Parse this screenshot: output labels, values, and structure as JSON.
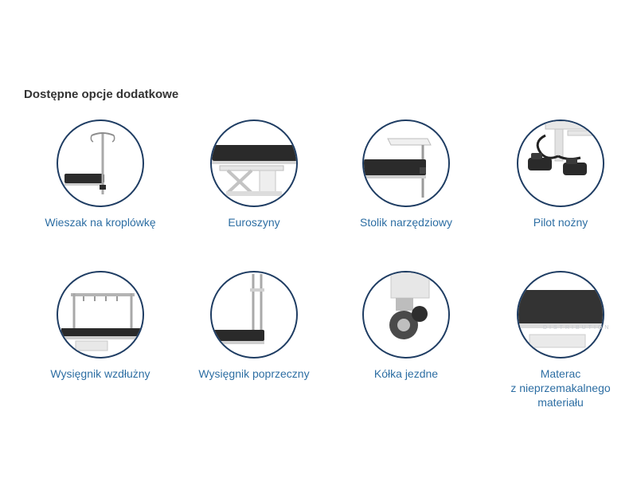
{
  "section": {
    "heading": "Dostępne opcje dodatkowe"
  },
  "options": [
    {
      "label": "Wieszak na kroplówkę",
      "icon": "iv-pole-icon"
    },
    {
      "label": "Euroszyny",
      "icon": "euro-rails-icon"
    },
    {
      "label": "Stolik narzędziowy",
      "icon": "instrument-tray-icon"
    },
    {
      "label": "Pilot nożny",
      "icon": "foot-control-icon"
    },
    {
      "label": "Wysięgnik wzdłużny",
      "icon": "longitudinal-boom-icon"
    },
    {
      "label": "Wysięgnik poprzeczny",
      "icon": "transverse-boom-icon"
    },
    {
      "label": "Kółka jezdne",
      "icon": "caster-wheels-icon"
    },
    {
      "label": "Materac\nz nieprzemakalnego\nmateriału",
      "icon": "mattress-icon"
    }
  ],
  "watermark": "DISTRIBUTION",
  "colors": {
    "heading": "#333333",
    "label": "#2d6ea3",
    "circle_border": "#1f3d63"
  }
}
